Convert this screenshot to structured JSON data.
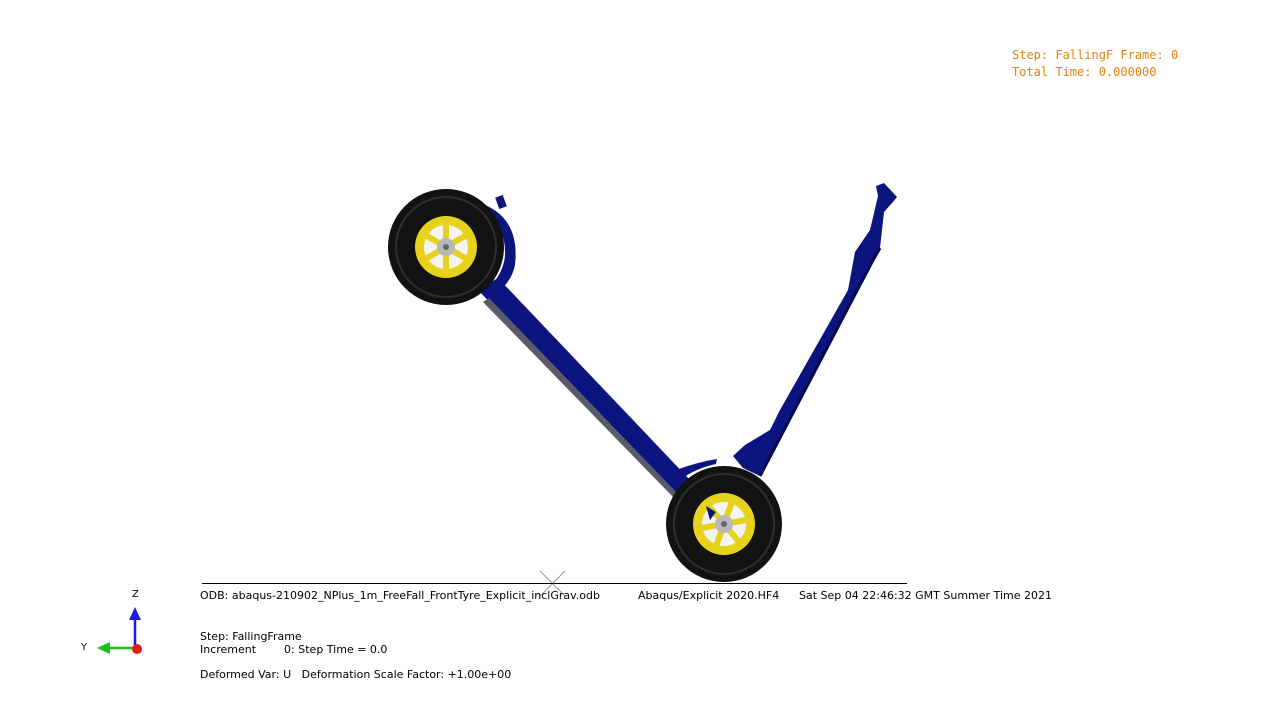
{
  "frame_info": {
    "step_frame": "Step: FallingF Frame: 0",
    "total_time": "Total Time: 0.000000"
  },
  "footer": {
    "odb": "ODB: abaqus-210902_NPlus_1m_FreeFall_FrontTyre_Explicit_inclGrav.odb",
    "solver": "Abaqus/Explicit 2020.HF4",
    "date": "Sat Sep 04 22:46:32 GMT Summer Time 2021",
    "step": "Step: FallingFrame",
    "increment": "Increment        0: Step Time = 0.0",
    "deformed": "Deformed Var: U   Deformation Scale Factor: +1.00e+00"
  },
  "triad": {
    "z_label": "Z",
    "y_label": "Y"
  },
  "colors": {
    "frame": "#0c1480",
    "frame_dark": "#050a50",
    "tyre": "#121212",
    "rim": "#e6d21a",
    "hub": "#b8b8b8",
    "annotation": "#e8820a",
    "axis_z": "#1a1ae0",
    "axis_y": "#18c018",
    "axis_x": "#e01a1a"
  }
}
